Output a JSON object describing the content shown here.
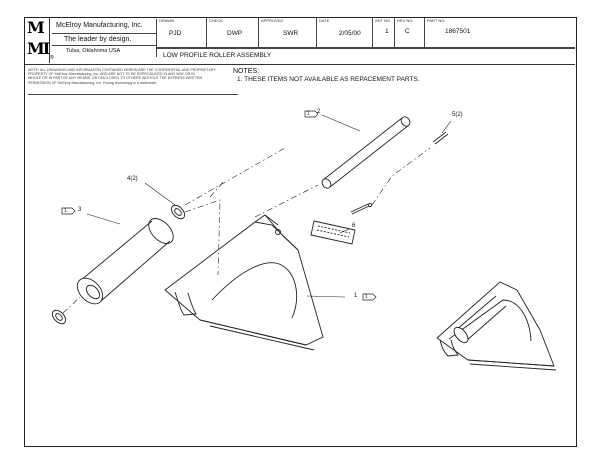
{
  "title_block": {
    "logo_top": "M",
    "logo_bottom": "MI",
    "company": "McElroy Manufacturing, Inc.",
    "tagline": "The leader by design.",
    "city": "Tulsa, Oklahoma USA",
    "small_mark": "®",
    "fields": [
      {
        "label": "DRAWN",
        "value": "PJD"
      },
      {
        "label": "CHECK",
        "value": "DWP"
      },
      {
        "label": "APPROVED",
        "value": "SWR"
      },
      {
        "label": "DATE",
        "value": "2/05/00"
      },
      {
        "label": "SHT NO.",
        "value": "1"
      },
      {
        "label": "REV NO.",
        "value": "C"
      },
      {
        "label": "PART NO.",
        "value": "1867501"
      }
    ],
    "description": "LOW PROFILE ROLLER ASSEMBLY"
  },
  "copyright_lines": [
    "NOTE: ALL DRAWINGS AND INFORMATION CONTAINED HEREIN ARE THE CONFIDENTIAL AND PROPRIETARY",
    "PROPERTY OF McElroy Manufacturing, Inc. AND ARE NOT TO BE REPRODUCED IN ANY WAY OR IN",
    "WHOLE OR IN PART BY ANY MEANS, OR DISCLOSED TO OTHERS WITHOUT THE EXPRESS WRITTEN",
    "PERMISSION OF McElroy Manufacturing, Inc. Fusing technology is a trademark."
  ],
  "notes": {
    "title": "NOTES:",
    "items": [
      "1. THESE ITEMS NOT AVAILABLE AS REPACEMENT PARTS."
    ]
  },
  "callouts": [
    {
      "id": "item-2",
      "text": "2"
    },
    {
      "id": "item-3",
      "text": "3"
    },
    {
      "id": "item-4",
      "text": "4(2)"
    },
    {
      "id": "item-5",
      "text": "5(2)"
    },
    {
      "id": "item-6",
      "text": "6"
    },
    {
      "id": "item-1",
      "text": "1"
    }
  ],
  "note_flag": "1"
}
